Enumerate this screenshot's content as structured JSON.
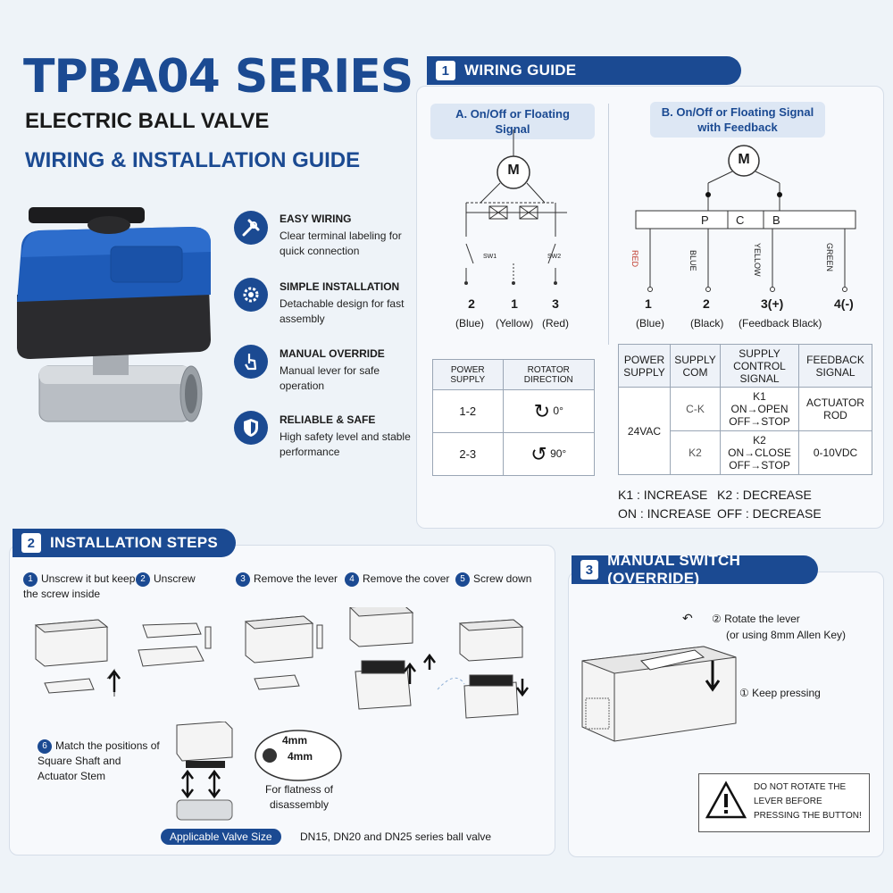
{
  "header": {
    "title": "TPBA04 SERIES",
    "subtitle": "ELECTRIC BALL VALVE",
    "subtitle2": "WIRING & INSTALLATION GUIDE"
  },
  "features": [
    {
      "icon": "wrench-screwdriver-icon",
      "title": "EASY WIRING",
      "desc": "Clear terminal labeling for quick connection"
    },
    {
      "icon": "gear-icon",
      "title": "SIMPLE INSTALLATION",
      "desc": "Detachable design for fast assembly"
    },
    {
      "icon": "hand-pointer-icon",
      "title": "MANUAL OVERRIDE",
      "desc": "Manual lever for safe operation"
    },
    {
      "icon": "shield-icon",
      "title": "RELIABLE & SAFE",
      "desc": "High safety level and stable performance"
    }
  ],
  "wiring": {
    "num": "1",
    "title": "WIRING GUIDE",
    "a_title": "A. On/Off or Floating Signal",
    "a_motor": "M",
    "a_sw1": "SW1",
    "a_sw2": "SW2",
    "a_terminals": [
      "2",
      "1",
      "3"
    ],
    "a_colors": [
      "(Blue)",
      "(Yellow)",
      "(Red)"
    ],
    "b_title": "B. On/Off or Floating Signal with Feedback",
    "b_motor": "M",
    "b_strip": [
      "P",
      "C",
      "B"
    ],
    "b_wires": [
      "RED",
      "BLUE",
      "YELLOW",
      "GREEN"
    ],
    "b_terminals": [
      "1",
      "2",
      "3(+)",
      "4(-)"
    ],
    "b_colors": [
      "(Blue)",
      "(Black)",
      "(Feedback Black)"
    ],
    "table_a": {
      "headers": [
        "POWER SUPPLY",
        "ROTATOR DIRECTION"
      ],
      "rows": [
        [
          "1-2",
          "0°"
        ],
        [
          "2-3",
          "90°"
        ]
      ]
    },
    "table_b": {
      "headers": [
        "POWER SUPPLY",
        "SUPPLY COM",
        "SUPPLY CONTROL SIGNAL",
        "FEEDBACK SIGNAL"
      ],
      "power": "24VAC",
      "rows": [
        [
          "C-K",
          "K1 ON→OPEN OFF→STOP",
          "ACTUATOR ROD"
        ],
        [
          "K2",
          "K2 ON→CLOSE OFF→STOP",
          "0-10VDC"
        ]
      ]
    },
    "notes": [
      "K1 : INCREASE",
      "K2 : DECREASE",
      "ON : INCREASE",
      "OFF : DECREASE"
    ]
  },
  "install": {
    "num": "2",
    "title": "INSTALLATION STEPS",
    "steps": [
      {
        "n": "1",
        "label": "Unscrew it but keep the screw inside"
      },
      {
        "n": "2",
        "label": "Unscrew"
      },
      {
        "n": "3",
        "label": "Remove the lever"
      },
      {
        "n": "4",
        "label": "Remove the cover"
      },
      {
        "n": "5",
        "label": "Screw down"
      },
      {
        "n": "6",
        "label": "Match the positions of Square Shaft and Actuator Stem"
      }
    ],
    "dim1": "4mm",
    "dim2": "4mm",
    "flatness": "For flatness of disassembly",
    "size_label": "Applicable Valve Size",
    "size_value": "DN15, DN20 and DN25 series ball valve"
  },
  "manual": {
    "num": "3",
    "title": "MANUAL SWITCH (OVERRIDE)",
    "rotate": "② Rotate the lever",
    "rotate2": "(or using 8mm Allen Key)",
    "press": "① Keep pressing",
    "warning": "DO NOT ROTATE THE LEVER BEFORE PRESSING THE BUTTON!"
  }
}
